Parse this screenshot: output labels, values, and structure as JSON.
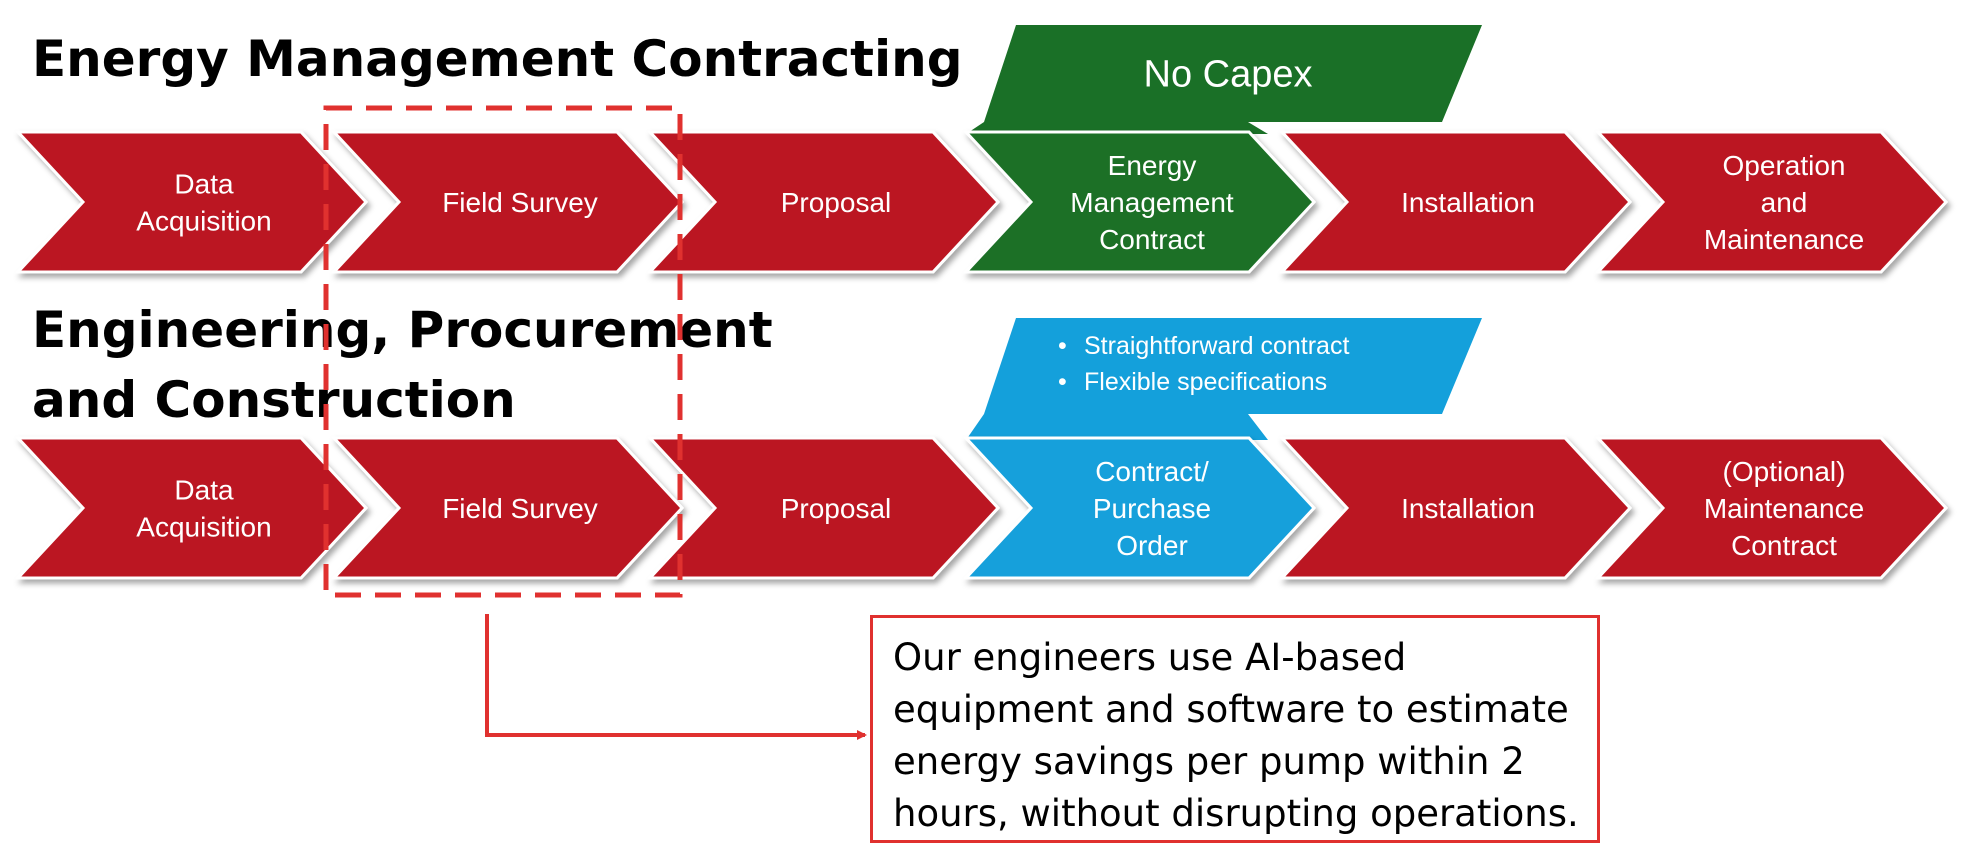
{
  "colors": {
    "red": "#bb1720",
    "green": "#1a7027",
    "blue": "#14a0db",
    "highlight": "#e0312f",
    "text": "#ffffff"
  },
  "rows": [
    {
      "title": "Energy Management Contracting",
      "steps": [
        {
          "label": [
            "Data",
            "Acquisition"
          ],
          "color": "red"
        },
        {
          "label": [
            "Field Survey"
          ],
          "color": "red"
        },
        {
          "label": [
            "Proposal"
          ],
          "color": "red"
        },
        {
          "label": [
            "Energy",
            "Management",
            "Contract"
          ],
          "color": "green"
        },
        {
          "label": [
            "Installation"
          ],
          "color": "red"
        },
        {
          "label": [
            "Operation",
            "and",
            "Maintenance"
          ],
          "color": "red"
        }
      ],
      "callout": {
        "type": "text",
        "text": "No Capex",
        "color": "green"
      }
    },
    {
      "title": "Engineering, Procurement and Construction",
      "steps": [
        {
          "label": [
            "Data",
            "Acquisition"
          ],
          "color": "red"
        },
        {
          "label": [
            "Field Survey"
          ],
          "color": "red"
        },
        {
          "label": [
            "Proposal"
          ],
          "color": "red"
        },
        {
          "label": [
            "Contract/",
            "Purchase",
            "Order"
          ],
          "color": "blue"
        },
        {
          "label": [
            "Installation"
          ],
          "color": "red"
        },
        {
          "label": [
            "(Optional)",
            "Maintenance",
            "Contract"
          ],
          "color": "red"
        }
      ],
      "callout": {
        "type": "bullets",
        "items": [
          "Straightforward contract",
          "Flexible specifications"
        ],
        "color": "blue"
      }
    }
  ],
  "note": {
    "text": "Our engineers use AI-based equipment and software to estimate energy savings per pump within 2 hours, without disrupting operations."
  }
}
